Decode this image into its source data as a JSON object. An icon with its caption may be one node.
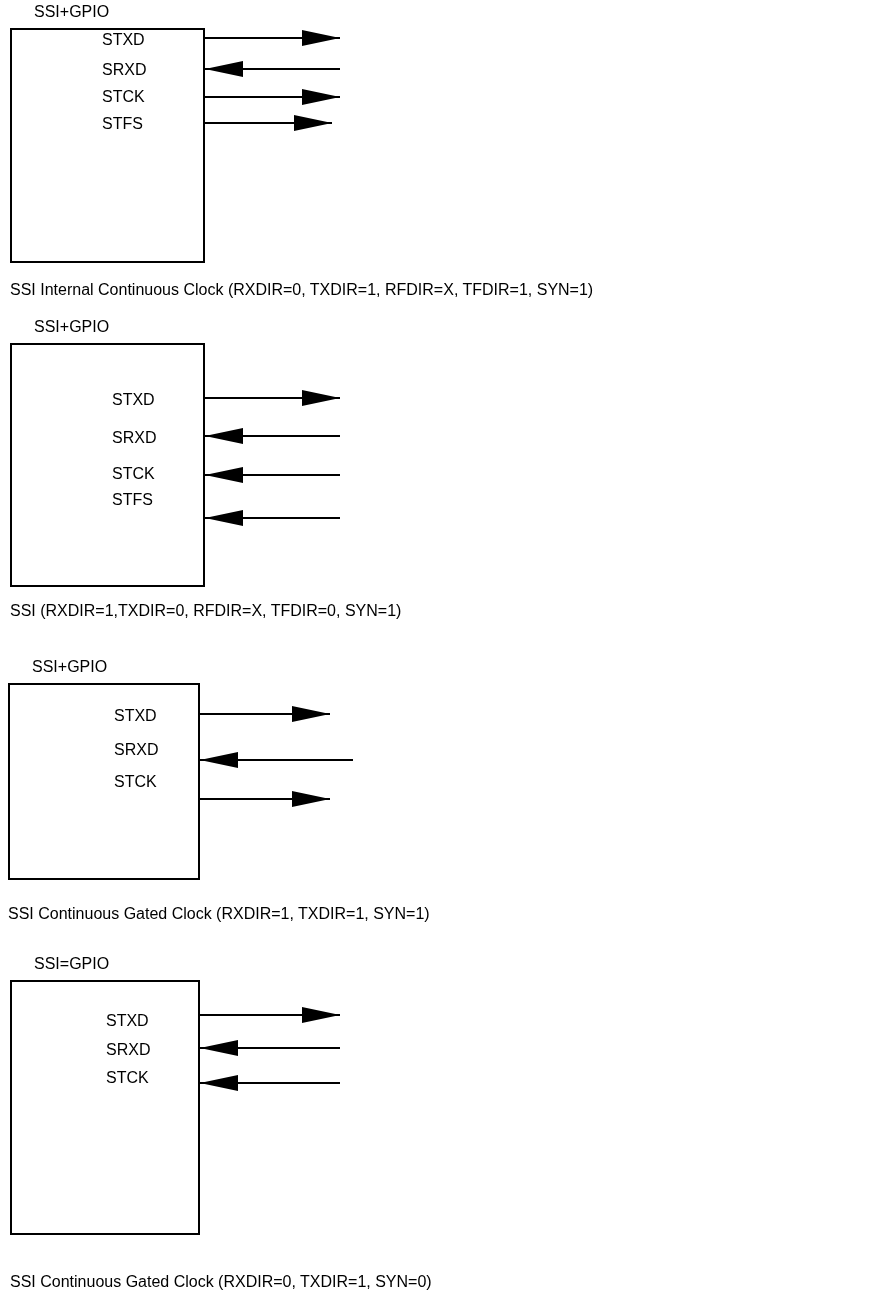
{
  "diagram": {
    "nodes": [
      {
        "text": [
          "SSI+GPIO",
          "STXD",
          "SRXD",
          "STCK",
          "STFS"
        ],
        "beside": [
          "SSI Internal Continuous Clock (RXDIR=0, TXDIR=1, RFDIR=X, TFDIR=1, SYN=1)"
        ]
      },
      {
        "text": [
          "SSI+GPIO",
          "STXD",
          "SRXD",
          "STCK",
          "STFS"
        ],
        "beside": [
          "SSI (RXDIR=1,TXDIR=0, RFDIR=X, TFDIR=0, SYN=1)"
        ]
      },
      {
        "text": [
          "SSI+GPIO",
          "STXD",
          "SRXD",
          "STCK"
        ],
        "beside": [
          "SSI Continuous Gated Clock (RXDIR=1, TXDIR=1, SYN=1)"
        ]
      },
      {
        "text": [
          "SSI=GPIO",
          "STXD",
          "SRXD",
          "STCK"
        ],
        "beside": [
          "SSI Continuous Gated Clock (RXDIR=0, TXDIR=1, SYN=0)"
        ]
      }
    ],
    "edges": [
      {
        "from": 0,
        "to": null,
        "arrow": "to"
      },
      {
        "from": null,
        "to": 0,
        "arrow": "to"
      },
      {
        "from": 0,
        "to": null,
        "arrow": "to"
      },
      {
        "from": 0,
        "to": null,
        "arrow": "to"
      },
      {
        "from": 1,
        "to": null,
        "arrow": "to"
      },
      {
        "from": null,
        "to": 1,
        "arrow": "to"
      },
      {
        "from": null,
        "to": 1,
        "arrow": "to"
      },
      {
        "from": null,
        "to": 1,
        "arrow": "to"
      },
      {
        "from": 2,
        "to": null,
        "arrow": "to"
      },
      {
        "from": null,
        "to": 2,
        "arrow": "to"
      },
      {
        "from": 2,
        "to": null,
        "arrow": "to"
      },
      {
        "from": 3,
        "to": null,
        "arrow": "to"
      },
      {
        "from": null,
        "to": 3,
        "arrow": "to"
      },
      {
        "from": null,
        "to": 3,
        "arrow": "to"
      }
    ]
  }
}
